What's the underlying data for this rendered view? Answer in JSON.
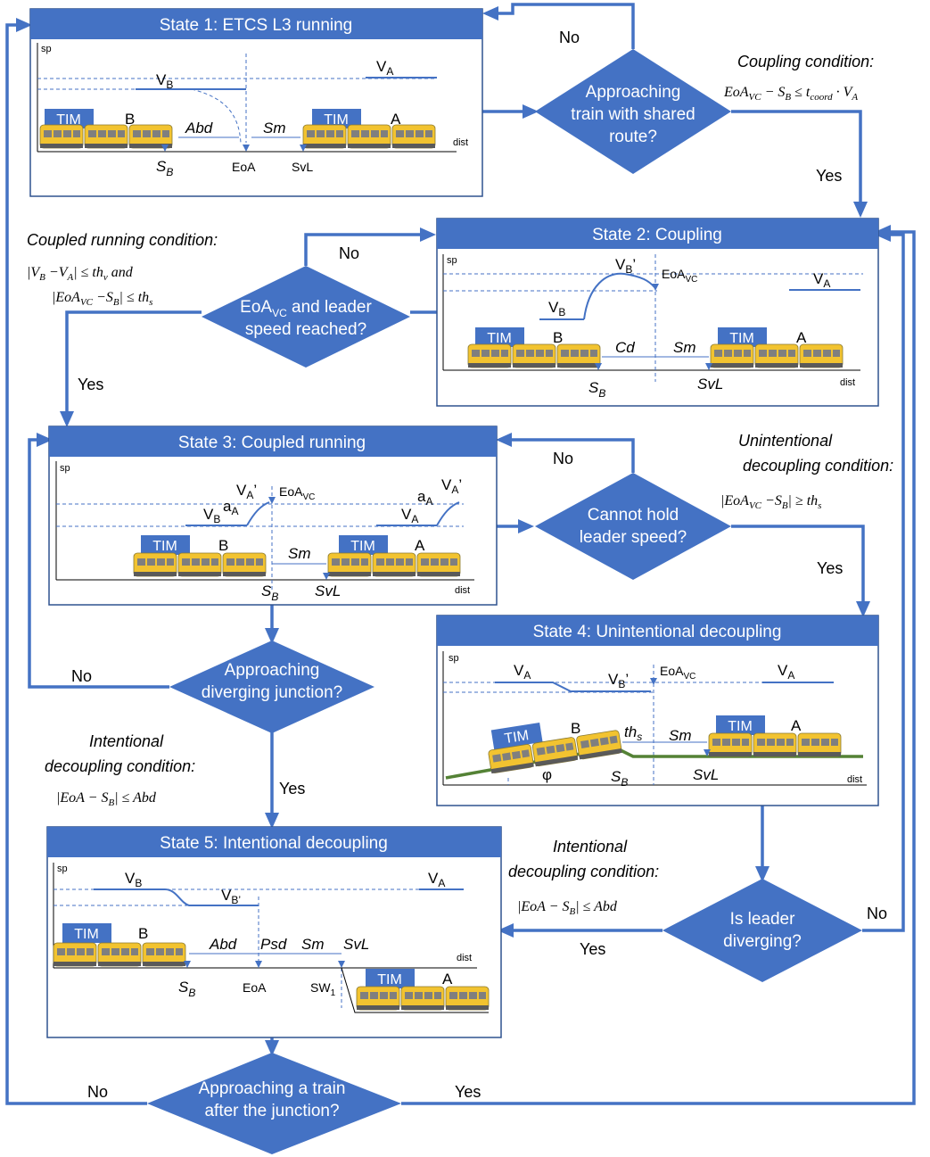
{
  "states": {
    "s1": {
      "title": "State 1: ETCS L3 running"
    },
    "s2": {
      "title": "State 2: Coupling"
    },
    "s3": {
      "title": "State 3: Coupled running"
    },
    "s4": {
      "title": "State 4: Unintentional decoupling"
    },
    "s5": {
      "title": "State 5: Intentional decoupling"
    }
  },
  "decisions": {
    "d1": {
      "line1": "Approaching",
      "line2": "train with shared",
      "line3": "route?"
    },
    "d2": {
      "line1": "EoA",
      "sub": "VC",
      "line1b": " and leader",
      "line2": "speed reached?"
    },
    "d3": {
      "line1": "Cannot hold",
      "line2": "leader speed?"
    },
    "d4": {
      "line1": "Approaching",
      "line2": "diverging junction?"
    },
    "d5": {
      "line1": "Is leader",
      "line2": "diverging?"
    },
    "d6": {
      "line1": "Approaching a train",
      "line2": "after the junction?"
    }
  },
  "flow_labels": {
    "yes": "Yes",
    "no": "No"
  },
  "conditions": {
    "coupling": {
      "title": "Coupling condition:",
      "formula": "EoAᵥᶜ − Sʙ ≤ t_coord · V_A"
    },
    "coupled_running": {
      "title": "Coupled running condition:",
      "formula1": "|V_B −V_A| ≤ th_v   and",
      "formula2": "|EoA_VC −S_B| ≤ th_s"
    },
    "unintentional": {
      "title1": "Unintentional",
      "title2": "decoupling condition:",
      "formula": "|EoA_VC −S_B| ≥ th_s"
    },
    "intentional_left": {
      "title1": "Intentional",
      "title2": "decoupling condition:",
      "formula": "|EoA − S_B| ≤ Abd"
    },
    "intentional_right": {
      "title1": "Intentional",
      "title2": "decoupling condition:",
      "formula": "|EoA − S_B| ≤ Abd"
    }
  },
  "graph_labels": {
    "sp": "sp",
    "dist": "dist",
    "tim": "TIM",
    "trainA": "A",
    "trainB": "B",
    "VA": "V",
    "VB": "V",
    "subA": "A",
    "subB": "B",
    "eoa": "EoA",
    "eoavc": "EoA",
    "vc": "VC",
    "abd": "Abd",
    "sm": "Sm",
    "svl": "SvL",
    "cd": "Cd",
    "psd": "Psd",
    "sb": "S",
    "ths": "th",
    "s": "s",
    "phi": "φ",
    "aA": "a",
    "sw": "SW",
    "one": "1",
    "prime": "’"
  },
  "colors": {
    "accent": "#4472C4",
    "train": "#F2C330",
    "ground": "#548235"
  }
}
